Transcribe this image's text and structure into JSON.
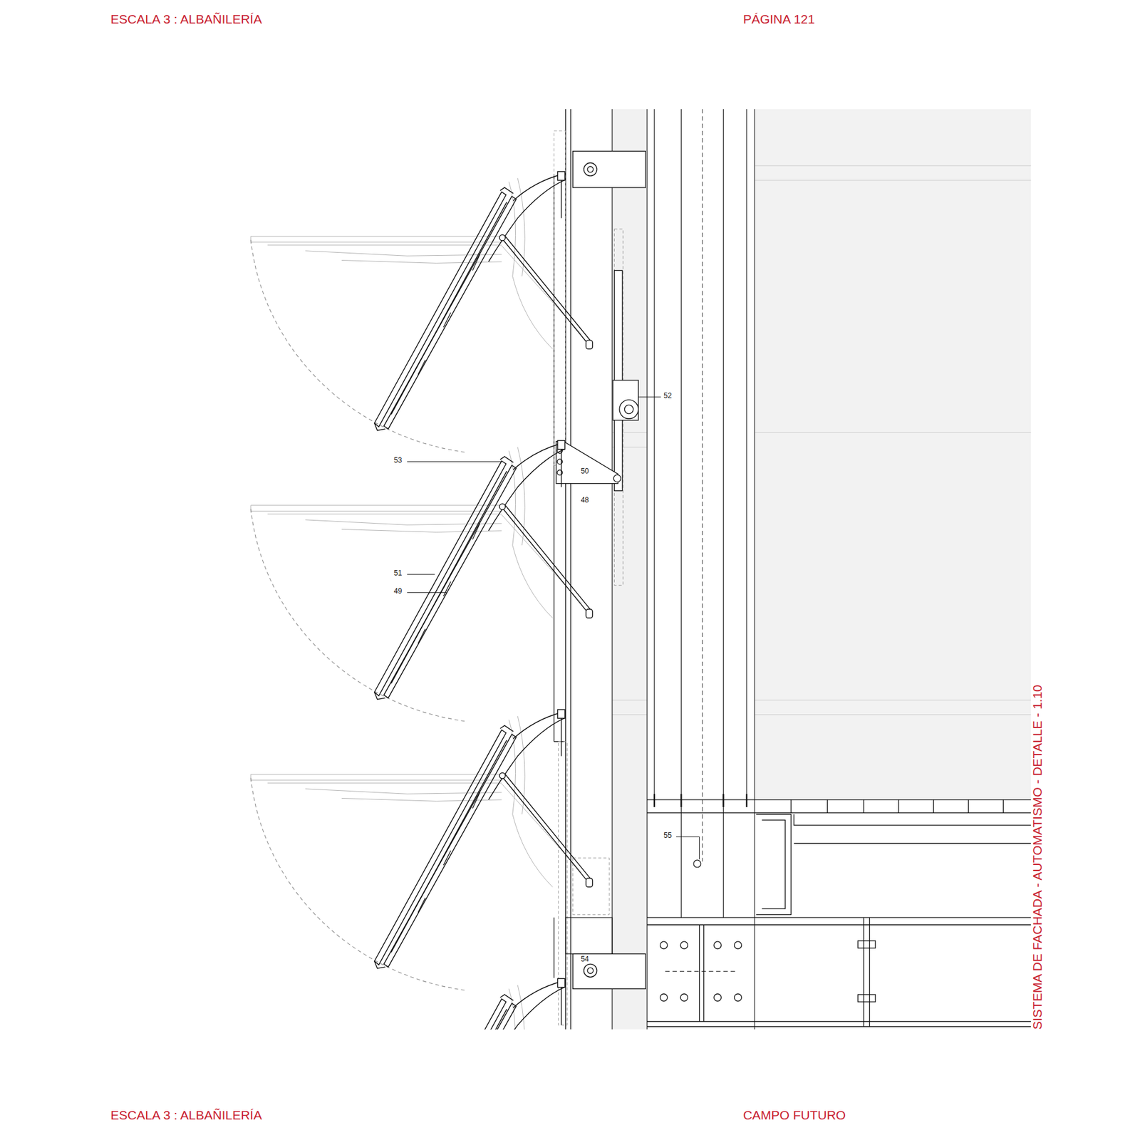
{
  "diagram": {
    "title": "SISTEMA DE FACHADA - AUTOMATISMO - DETALLE - 1.10",
    "labels": [
      "ESCALA 3 : ALBAÑILERÍA",
      "PÁGINA 121",
      "52",
      "53",
      "50",
      "48",
      "51",
      "49",
      "55",
      "54",
      "ESCALA 3 : ALBAÑILERÍA",
      "CAMPO FUTURO"
    ]
  }
}
